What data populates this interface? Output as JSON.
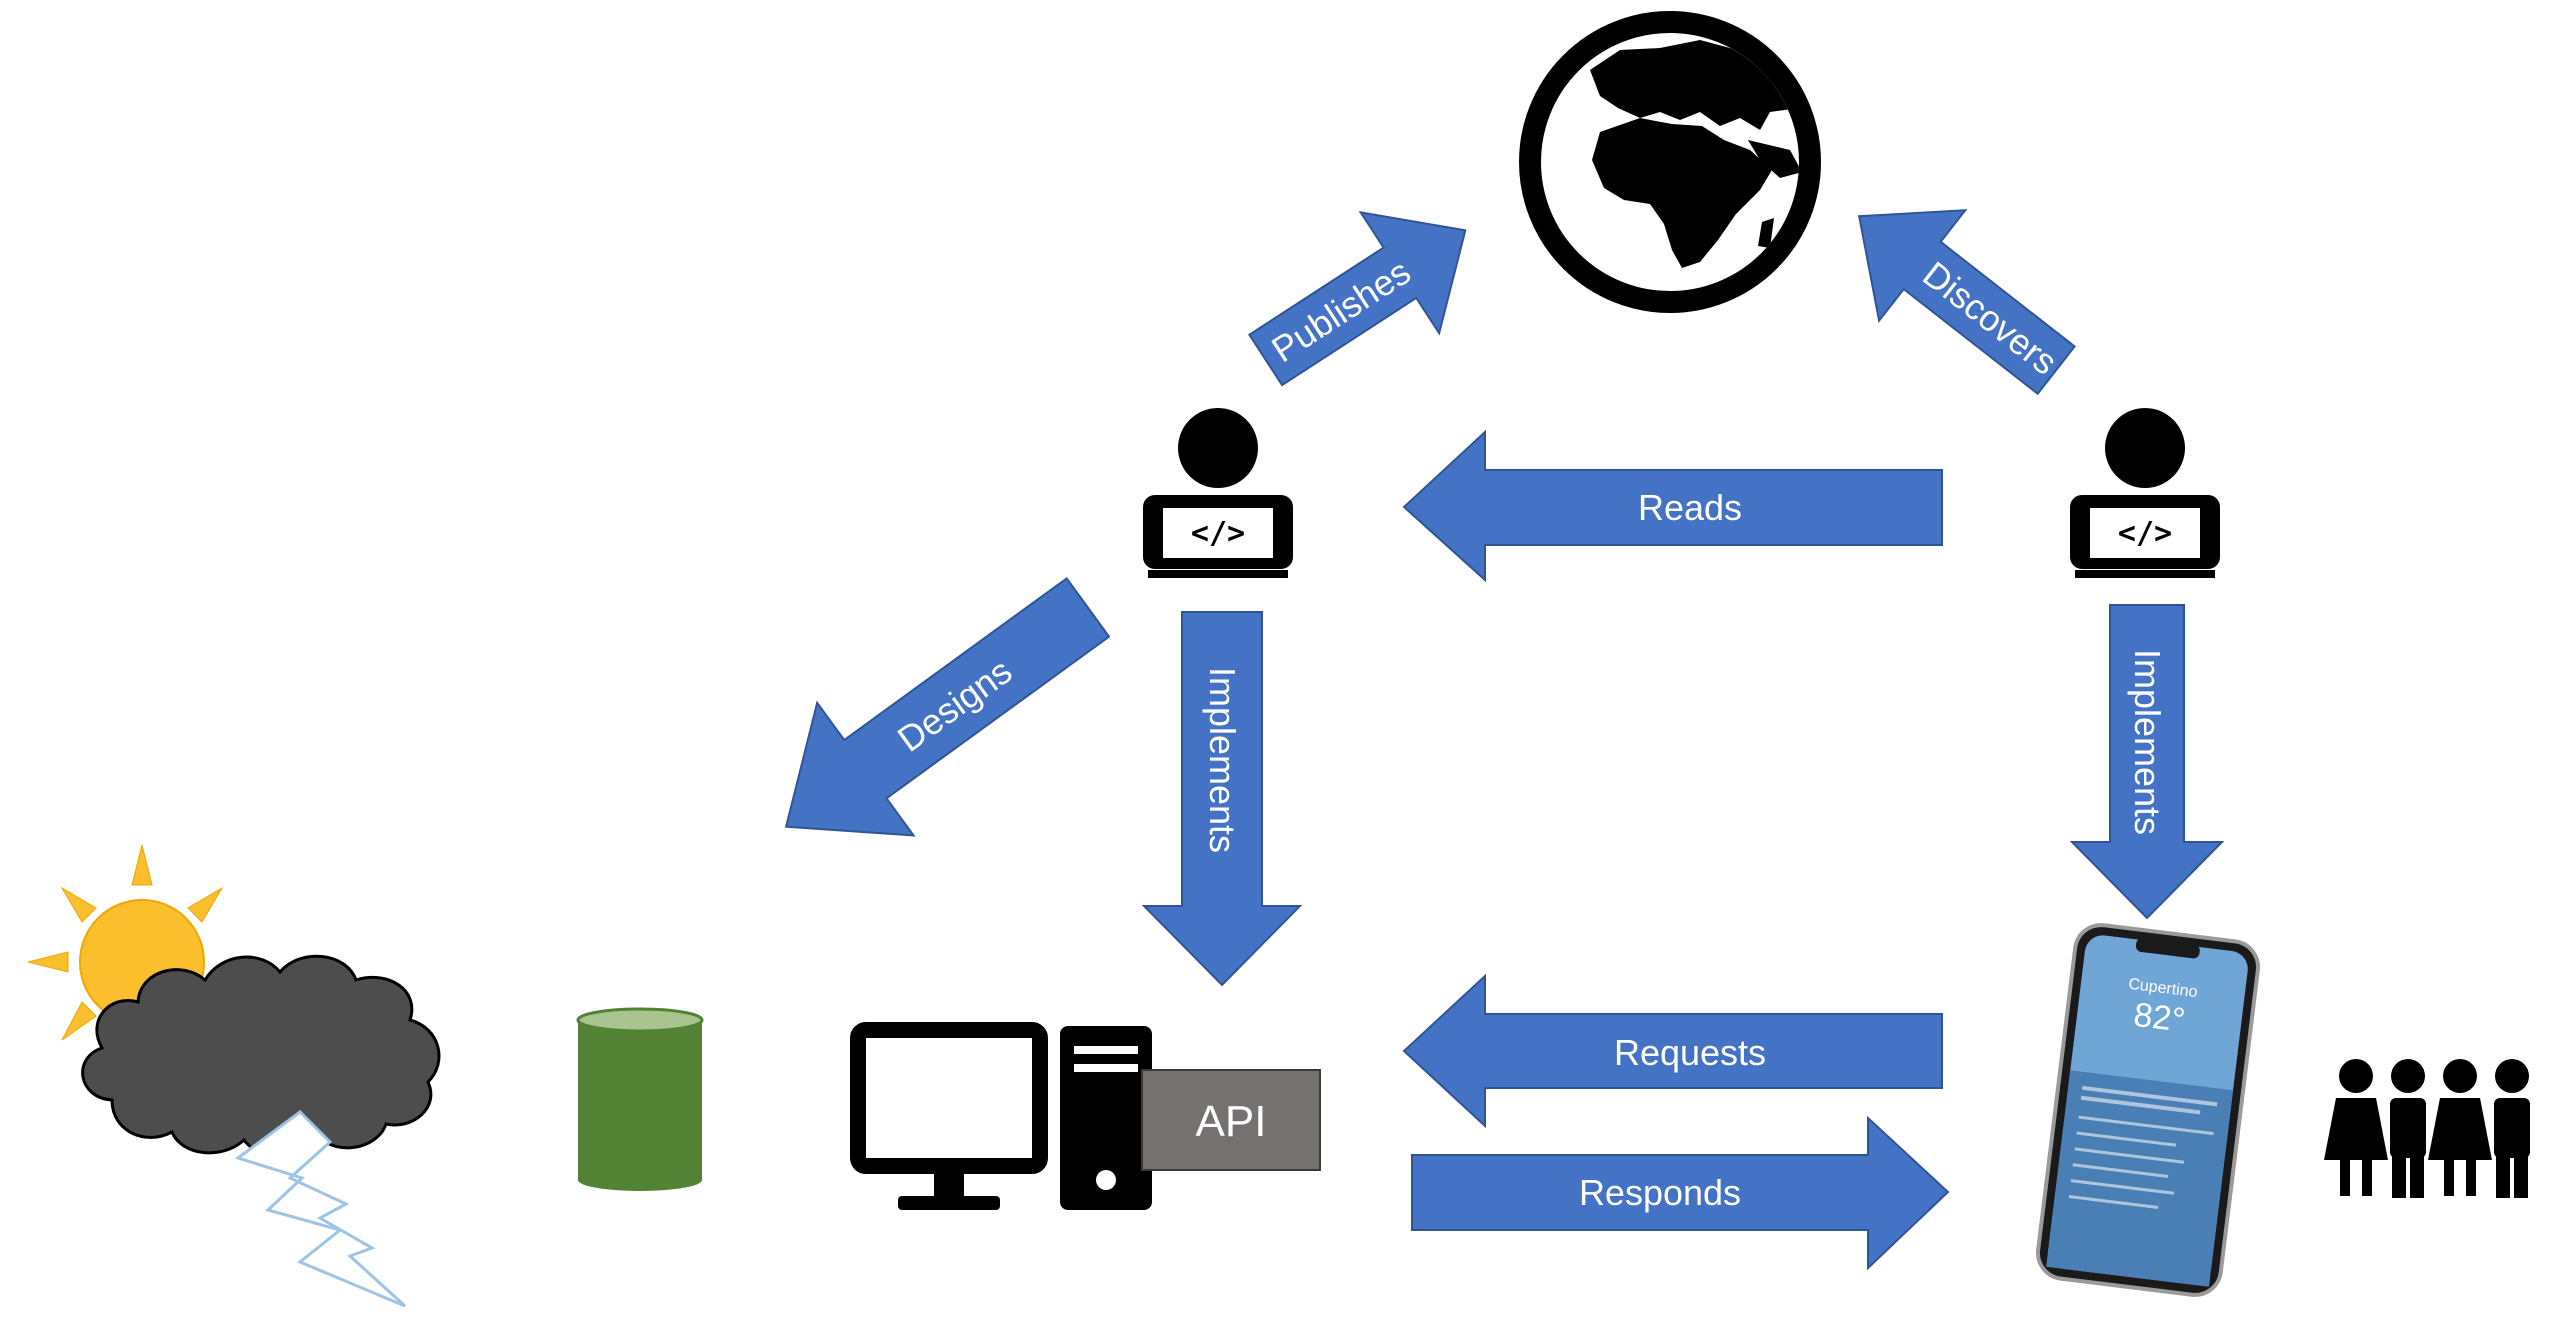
{
  "colors": {
    "arrow_fill": "#4472c4",
    "arrow_stroke": "#2f5597",
    "icon": "#000000",
    "cloud": "#4d4d4d",
    "sun": "#fbbf2d",
    "database": "#548235",
    "database_top": "#a9c48e",
    "api_box": "#767171",
    "lightning_stroke": "#9dc3e6",
    "phone_screen": "#6fa6d6"
  },
  "icons": {
    "globe": "globe-icon",
    "developer": "developer-laptop-icon",
    "weather": "sun-storm-cloud-icon",
    "database": "database-cylinder-icon",
    "computer": "desktop-computer-icon",
    "phone": "smartphone-icon",
    "users": "people-group-icon"
  },
  "arrows": {
    "publishes": "Publishes",
    "discovers": "Discovers",
    "reads": "Reads",
    "designs": "Designs",
    "implements_left": "Implements",
    "implements_right": "Implements",
    "requests": "Requests",
    "responds": "Responds"
  },
  "api_label": "API",
  "phone": {
    "city": "Cupertino",
    "temperature": "82°"
  }
}
